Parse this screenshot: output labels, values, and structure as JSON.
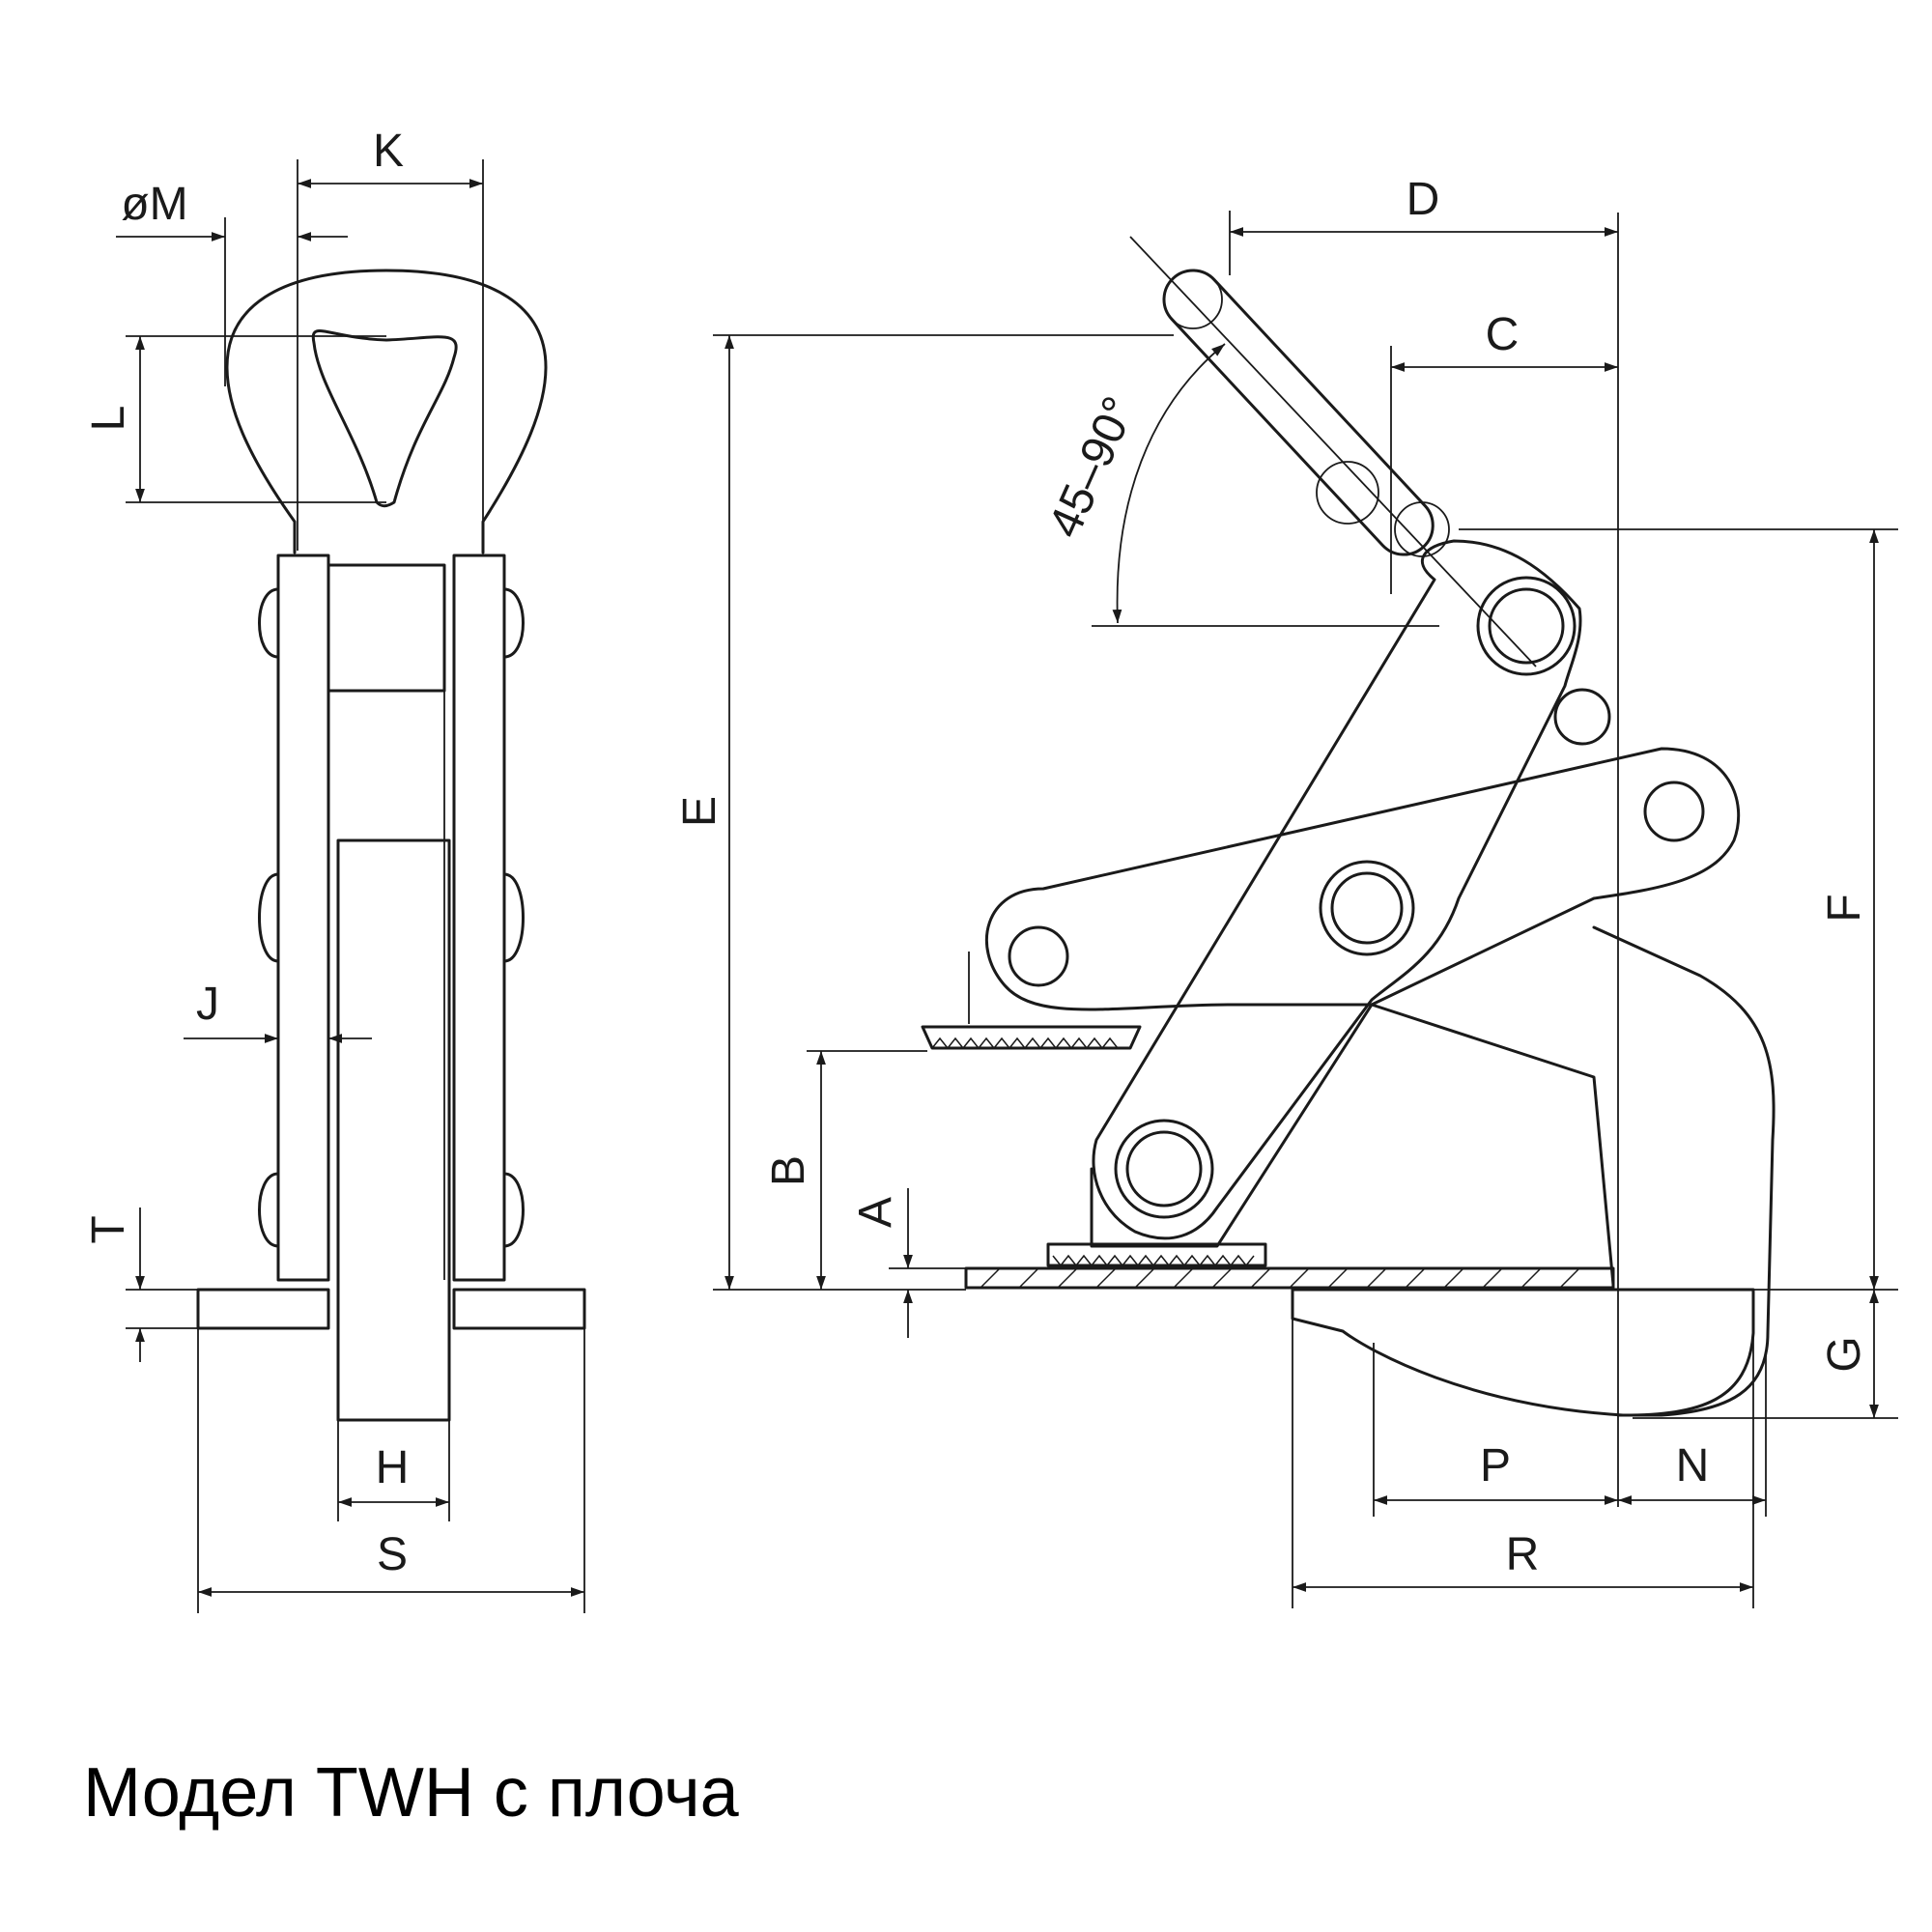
{
  "caption": "Модел TWH с плоча",
  "angle_label": "45–90°",
  "dimension_labels": {
    "K": "K",
    "M": "øM",
    "L": "L",
    "J": "J",
    "T": "T",
    "H": "H",
    "S": "S",
    "D": "D",
    "C": "C",
    "E": "E",
    "F": "F",
    "B": "B",
    "A": "A",
    "G": "G",
    "P": "P",
    "N": "N",
    "R": "R"
  }
}
